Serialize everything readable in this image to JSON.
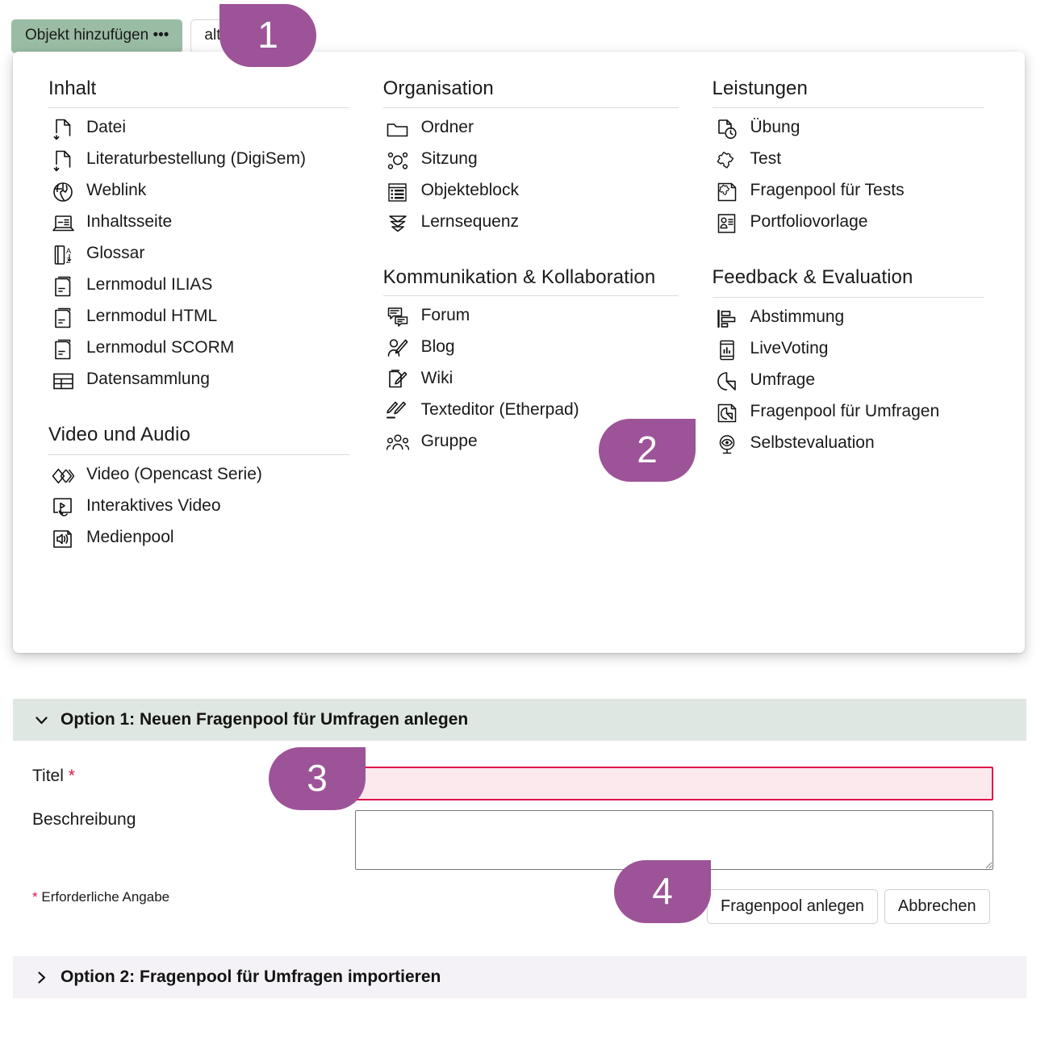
{
  "toolbar": {
    "add_object_button": "Objekt hinzufügen •••",
    "secondary_button": "alten"
  },
  "dropdown": {
    "groups": [
      {
        "column": 1,
        "title": "Inhalt",
        "items": [
          {
            "label": "Datei",
            "icon": "file-download-icon"
          },
          {
            "label": "Literaturbestellung (DigiSem)",
            "icon": "file-download-icon"
          },
          {
            "label": "Weblink",
            "icon": "globe-icon"
          },
          {
            "label": "Inhaltsseite",
            "icon": "content-page-icon"
          },
          {
            "label": "Glossar",
            "icon": "glossary-az-icon"
          },
          {
            "label": "Lernmodul ILIAS",
            "icon": "learning-module-icon"
          },
          {
            "label": "Lernmodul HTML",
            "icon": "learning-module-icon"
          },
          {
            "label": "Lernmodul SCORM",
            "icon": "learning-module-icon"
          },
          {
            "label": "Datensammlung",
            "icon": "table-grid-icon"
          }
        ]
      },
      {
        "column": 1,
        "title": "Video und Audio",
        "items": [
          {
            "label": "Video (Opencast Serie)",
            "icon": "video-series-icon"
          },
          {
            "label": "Interaktives Video",
            "icon": "interactive-video-icon"
          },
          {
            "label": "Medienpool",
            "icon": "media-pool-icon"
          }
        ]
      },
      {
        "column": 2,
        "title": "Organisation",
        "items": [
          {
            "label": "Ordner",
            "icon": "folder-icon"
          },
          {
            "label": "Sitzung",
            "icon": "session-icon"
          },
          {
            "label": "Objekteblock",
            "icon": "object-block-icon"
          },
          {
            "label": "Lernsequenz",
            "icon": "learning-sequence-icon"
          }
        ]
      },
      {
        "column": 2,
        "title": "Kommunikation & Kollaboration",
        "items": [
          {
            "label": "Forum",
            "icon": "forum-icon"
          },
          {
            "label": "Blog",
            "icon": "blog-icon"
          },
          {
            "label": "Wiki",
            "icon": "wiki-icon"
          },
          {
            "label": "Texteditor (Etherpad)",
            "icon": "etherpad-icon"
          },
          {
            "label": "Gruppe",
            "icon": "group-icon"
          }
        ]
      },
      {
        "column": 3,
        "title": "Leistungen",
        "items": [
          {
            "label": "Übung",
            "icon": "exercise-clock-icon"
          },
          {
            "label": "Test",
            "icon": "puzzle-icon"
          },
          {
            "label": "Fragenpool für Tests",
            "icon": "question-pool-tests-icon"
          },
          {
            "label": "Portfoliovorlage",
            "icon": "portfolio-template-icon"
          }
        ]
      },
      {
        "column": 3,
        "title": "Feedback & Evaluation",
        "items": [
          {
            "label": "Abstimmung",
            "icon": "poll-bars-icon"
          },
          {
            "label": "LiveVoting",
            "icon": "live-voting-icon"
          },
          {
            "label": "Umfrage",
            "icon": "survey-pie-icon"
          },
          {
            "label": "Fragenpool für Umfragen",
            "icon": "question-pool-surveys-icon"
          },
          {
            "label": "Selbstevaluation",
            "icon": "self-evaluation-eye-icon"
          }
        ]
      }
    ]
  },
  "form": {
    "option1_header": "Option 1: Neuen Fragenpool für Umfragen anlegen",
    "option2_header": "Option 2: Fragenpool für Umfragen importieren",
    "title_label": "Titel",
    "required_mark": "*",
    "title_value": "",
    "description_label": "Beschreibung",
    "description_value": "",
    "required_hint_mark": "*",
    "required_hint": "Erforderliche Angabe",
    "submit_button": "Fragenpool anlegen",
    "cancel_button": "Abbrechen"
  },
  "callouts": [
    {
      "number": "1"
    },
    {
      "number": "2"
    },
    {
      "number": "3"
    },
    {
      "number": "4"
    }
  ],
  "colors": {
    "accent_green": "#9bbca4",
    "callout_purple": "#9d5397",
    "header_green": "#dfe7e2",
    "collapsed_gray": "#f4f2f6",
    "error_red": "#e0114b",
    "error_fill": "#fce9ee"
  }
}
